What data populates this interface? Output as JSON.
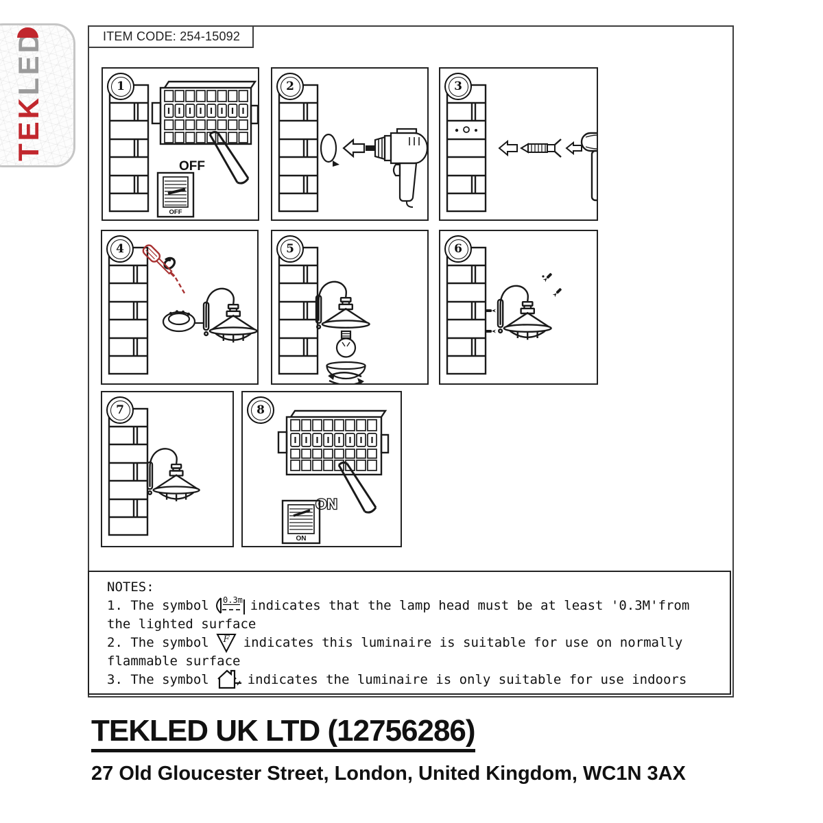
{
  "logo": {
    "brand": "TEKLED",
    "brand_red": "TEK",
    "brand_gray": "LED",
    "red": "#c1272d",
    "gray": "#9b9b9b"
  },
  "header": {
    "item_code": "ITEM CODE: 254-15092"
  },
  "panels": [
    {
      "number": "1",
      "breaker_label": "OFF",
      "switch_label": "OFF"
    },
    {
      "number": "2"
    },
    {
      "number": "3"
    },
    {
      "number": "4"
    },
    {
      "number": "5"
    },
    {
      "number": "6"
    },
    {
      "number": "7"
    },
    {
      "number": "8",
      "breaker_label": "ON",
      "switch_label": "ON"
    }
  ],
  "notes": {
    "heading": "NOTES:",
    "n1_pre": "1. The symbol",
    "n1_symbol": "0.3m",
    "n1_post": "indicates that the lamp head must be at least '0.3M'from",
    "n1_cont": "the lighted surface",
    "n2_pre": "2. The symbol",
    "n2_symbol": "F",
    "n2_post": "indicates this luminaire is suitable for use on normally",
    "n2_cont": "flammable surface",
    "n3_pre": "3. The symbol",
    "n3_post": "indicates the luminaire is only suitable for use indoors"
  },
  "footer": {
    "company": "TEKLED UK LTD (12756286)",
    "address": "27 Old Gloucester Street, London, United Kingdom, WC1N 3AX"
  },
  "colors": {
    "accent_red": "#a83232",
    "line": "#1a1a1a"
  }
}
